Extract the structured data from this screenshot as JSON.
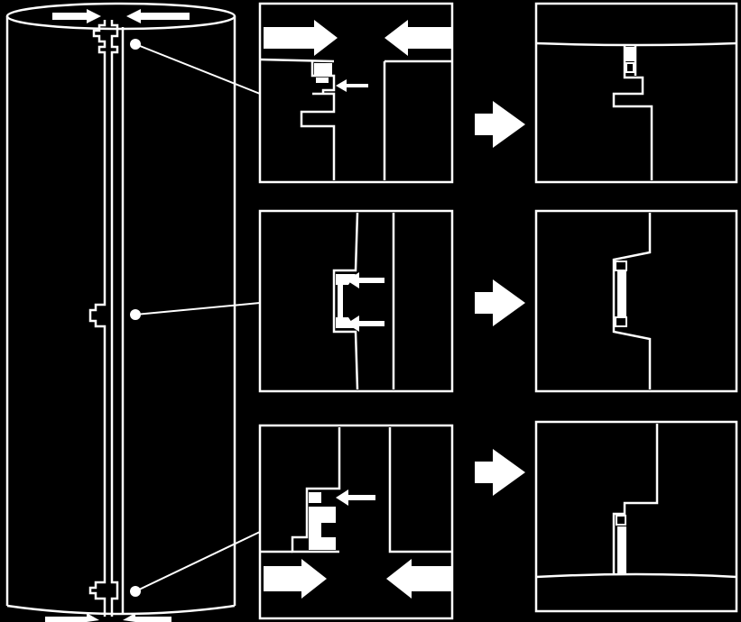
{
  "diagram": {
    "background": "#000000",
    "stroke_color": "#ffffff",
    "panels": [
      {
        "name": "top-joint",
        "before": "tabs-misaligned",
        "after": "tabs-interlocked"
      },
      {
        "name": "middle-joint",
        "before": "slot-open",
        "after": "slot-filled"
      },
      {
        "name": "bottom-joint",
        "before": "tabs-misaligned",
        "after": "tabs-interlocked"
      }
    ],
    "icons": [
      "cylinder-shell",
      "push-arrow-icon",
      "process-arrow-icon",
      "callout-dot"
    ]
  }
}
